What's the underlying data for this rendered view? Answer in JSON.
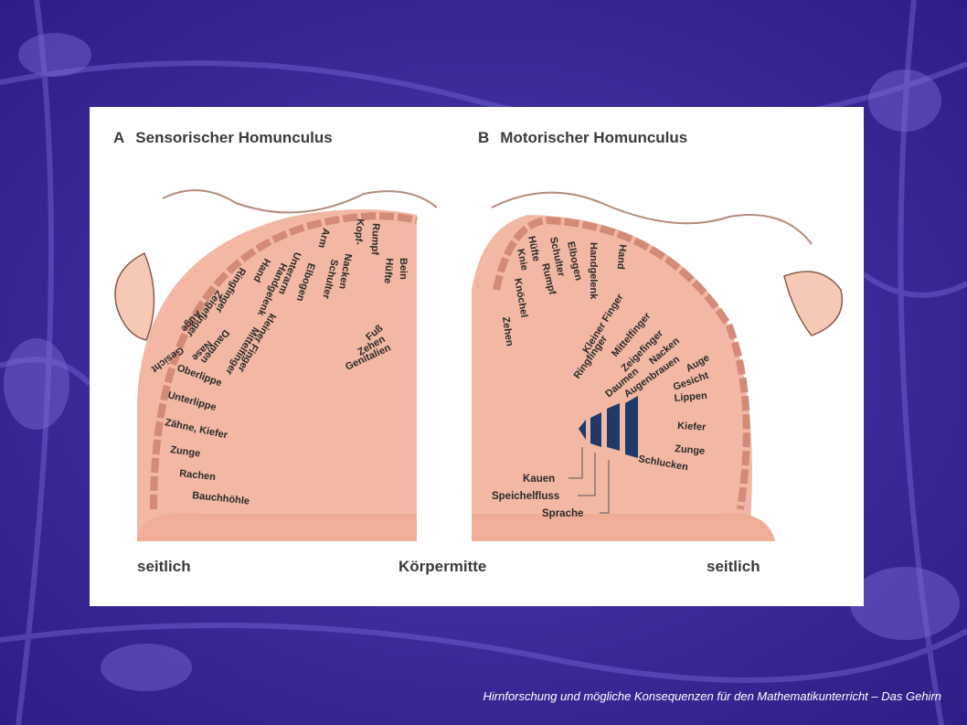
{
  "slide": {
    "footer": "Hirnforschung und mögliche Konsequenzen für den Mathematikunterricht – Das Gehirn"
  },
  "figure": {
    "panel_a": {
      "letter": "A",
      "title": "Sensorischer Homunculus"
    },
    "panel_b": {
      "letter": "B",
      "title": "Motorischer Homunculus"
    },
    "bottom_left": "seitlich",
    "bottom_center": "Körpermitte",
    "bottom_right": "seitlich",
    "sensory_labels": [
      "Genitalien",
      "Zehen",
      "Fuß",
      "Bein",
      "Hüfte",
      "Rumpf",
      "Kopf-",
      "Nacken",
      "Schulter",
      "Arm",
      "Elbogen",
      "Unterarm",
      "Handgelenk",
      "Hand",
      "kleiner Finger",
      "Ringfinger",
      "Mittelfinger",
      "Zeigefinger",
      "Daumen",
      "Auge",
      "Nase",
      "Gesicht",
      "Oberlippe",
      "Unterlippe",
      "Zähne, Kiefer",
      "Zunge",
      "Rachen",
      "Bauchhöhle"
    ],
    "motor_labels": [
      "Zehen",
      "Knöchel",
      "Knie",
      "Hüfte",
      "Rumpf",
      "Schulter",
      "Elbogen",
      "Handgelenk",
      "Hand",
      "Kleiner Finger",
      "Ringfinger",
      "Mittelfinger",
      "Zeigefinger",
      "Daumen",
      "Nacken",
      "Augenbrauen",
      "Auge",
      "Gesicht",
      "Lippen",
      "Kiefer",
      "Zunge",
      "Schlucken"
    ],
    "motor_bottom_labels": [
      "Kauen",
      "Speichelfluss",
      "Sprache"
    ]
  }
}
